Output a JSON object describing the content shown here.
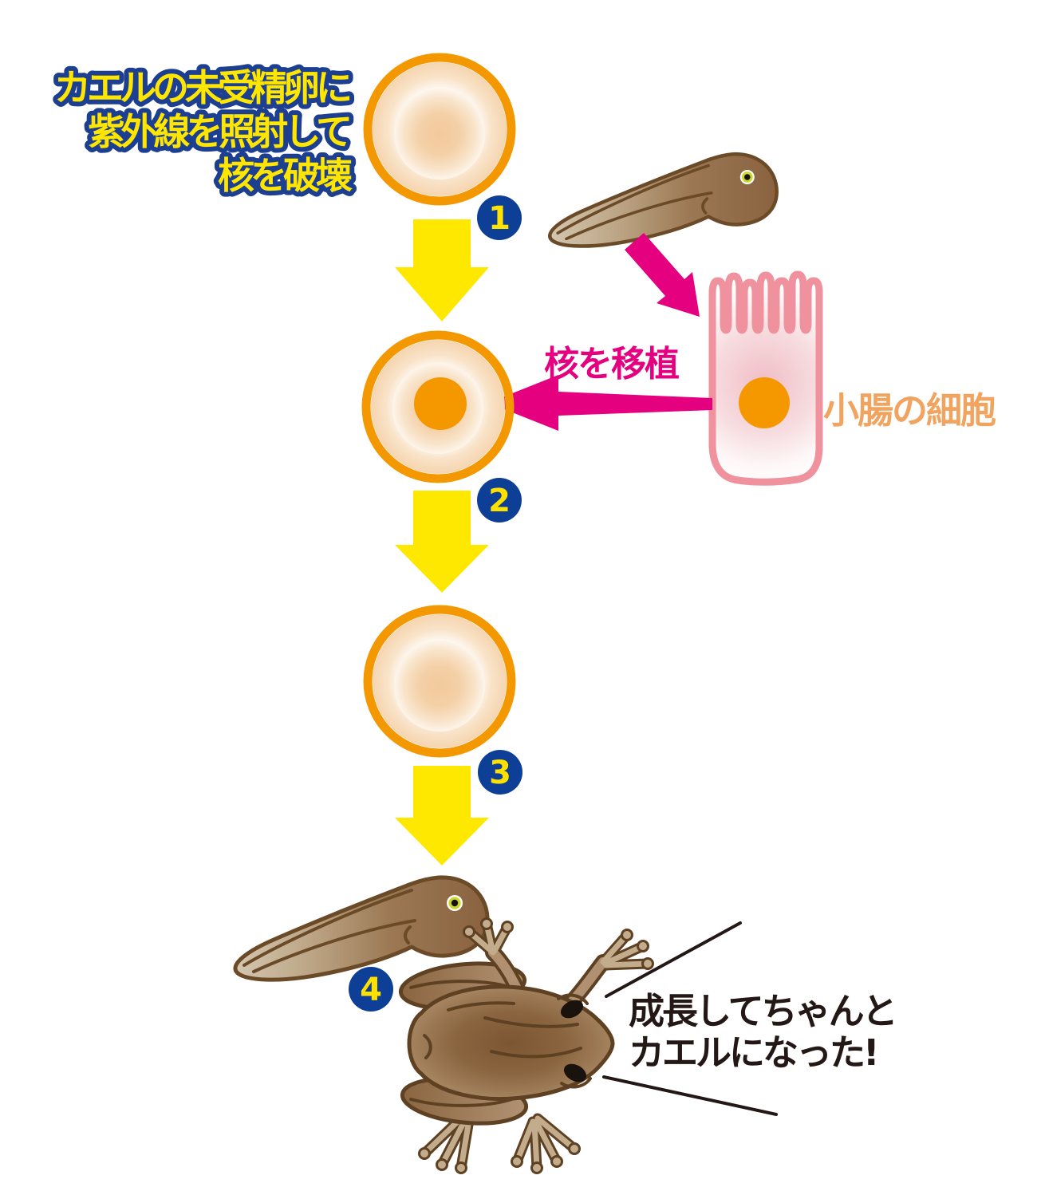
{
  "title": {
    "lines": [
      "カエルの未受精卵に",
      "紫外線を照射して",
      "核を破壊"
    ]
  },
  "labels": {
    "transplant": "核を移植",
    "intestine_cell": "小腸の細胞"
  },
  "result": {
    "lines": [
      "成長してちゃんと",
      "カエルになった!"
    ]
  },
  "steps": [
    "1",
    "2",
    "3",
    "4"
  ],
  "illustrations": [
    "unfertilized-egg",
    "tadpole-donor",
    "small-intestine-cell",
    "egg-with-transplanted-nucleus",
    "developing-egg",
    "tadpole-grown",
    "adult-frog"
  ],
  "colors": {
    "title_fill": "#FFE600",
    "title_outline": "#1D3F92",
    "egg_ring": "#F39800",
    "nucleus_orange": "#F59800",
    "cell_pink": "#F0919E",
    "cell_label_orange": "#F0A460",
    "magenta": "#E4007F",
    "down_arrow_yellow": "#FFE800",
    "badge_blue": "#0E3F96",
    "badge_number_yellow": "#FFE100",
    "animal_brown": "#8A6240",
    "outline_brown": "#6B4A28",
    "result_text": "#231815"
  }
}
